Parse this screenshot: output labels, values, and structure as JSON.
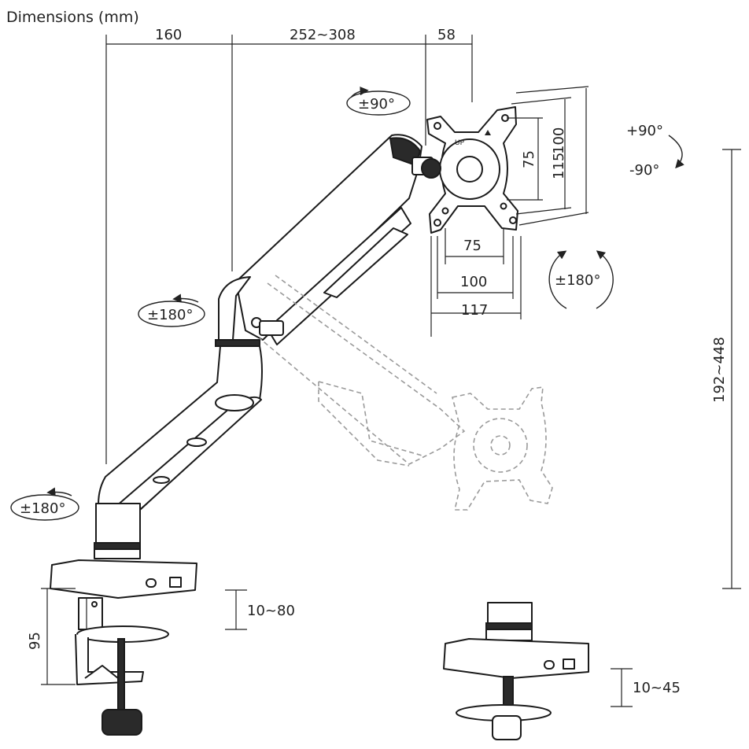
{
  "title": "Dimensions (mm)",
  "horizontal_dims": {
    "base_offset": "160",
    "arm_reach": "252~308",
    "head_depth": "58"
  },
  "vesa_dims": {
    "inner_h": "75",
    "mid_h": "100",
    "outer_h": "117",
    "inner_v": "75",
    "mid_v": "100",
    "outer_v": "115"
  },
  "rotations": {
    "head_swivel": "±90°",
    "elbow_swivel": "±180°",
    "base_swivel": "±180°",
    "screen_rotate": "±180°",
    "tilt_up": "+90°",
    "tilt_down": "-90°"
  },
  "height_range": "192~448",
  "clamp": {
    "height": "95",
    "clamp_range": "10~80",
    "grommet_range": "10~45"
  }
}
